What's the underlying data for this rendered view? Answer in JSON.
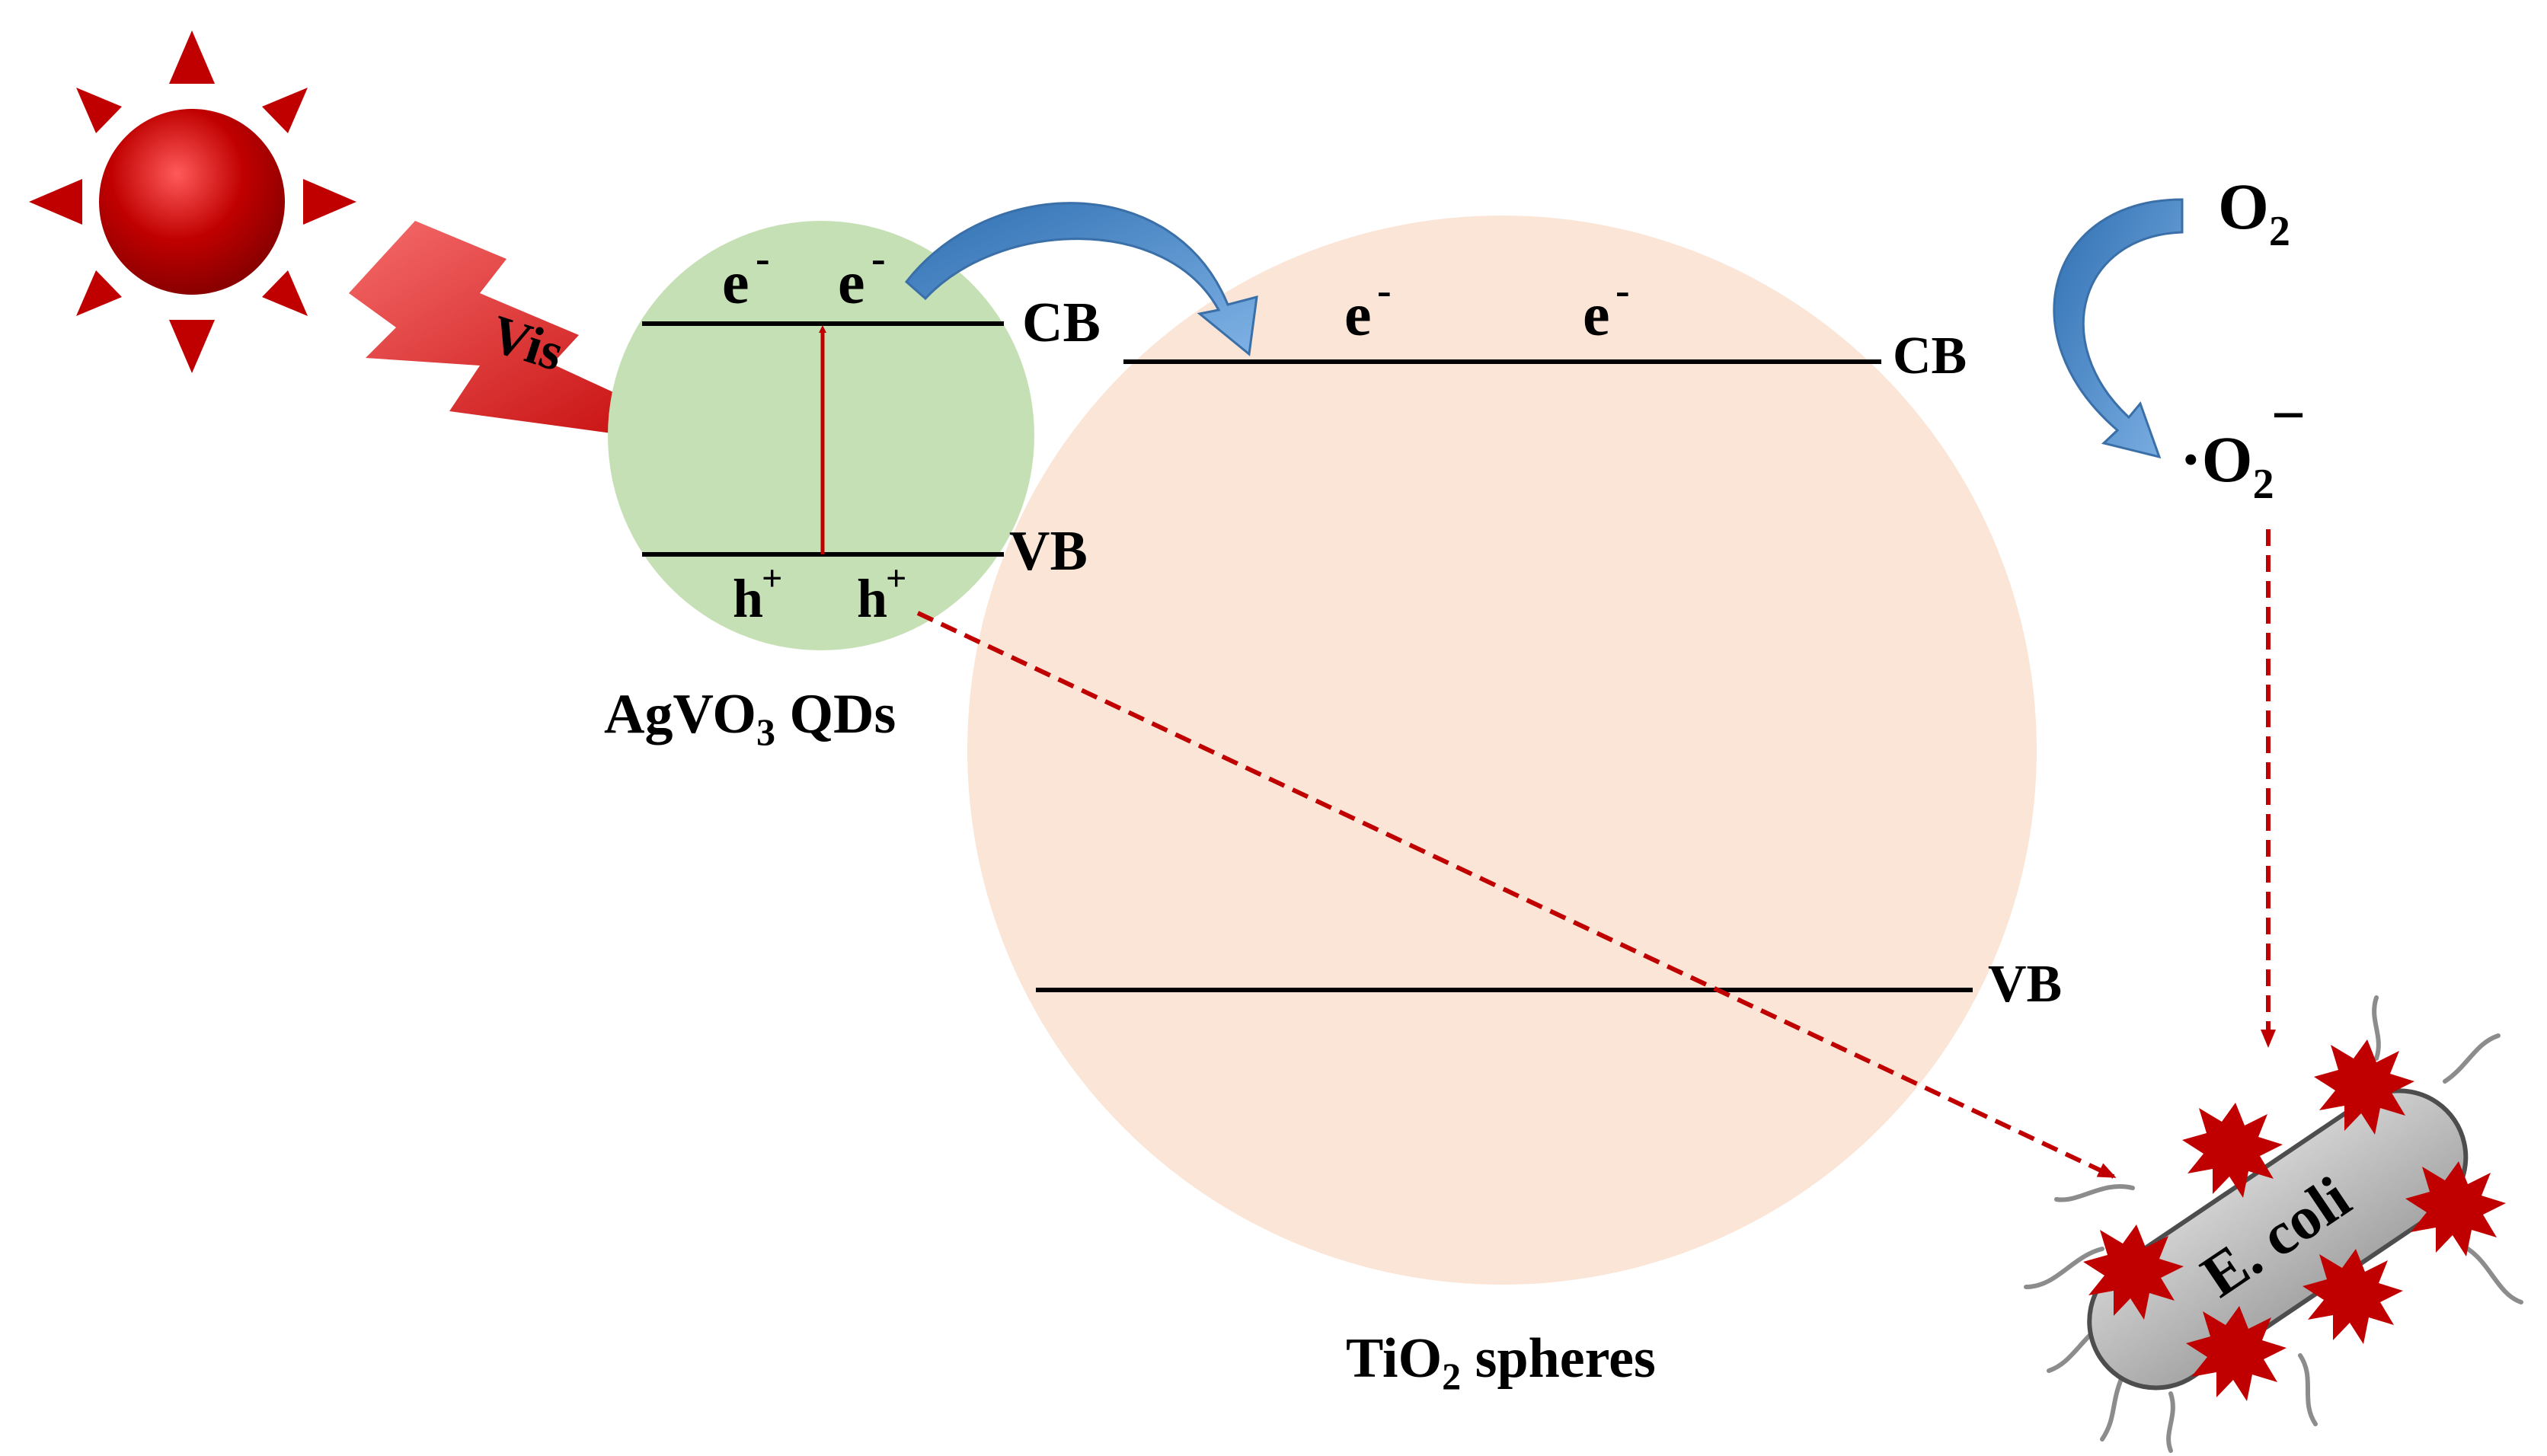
{
  "light": {
    "label": "Vis"
  },
  "agvo3": {
    "cb_label": "CB",
    "vb_label": "VB",
    "electron": "e",
    "electron_charge": "-",
    "hole": "h",
    "hole_charge": "+",
    "name_prefix": "AgVO",
    "name_sub": "3",
    "name_suffix": " QDs"
  },
  "tio2": {
    "cb_label": "CB",
    "vb_label": "VB",
    "electron": "e",
    "electron_charge": "-",
    "name_prefix": "TiO",
    "name_sub": "2",
    "name_suffix": " spheres"
  },
  "oxygen": {
    "o2_prefix": "O",
    "o2_sub": "2",
    "radical_prefix": "·O",
    "radical_sub": "2",
    "radical_charge": "−"
  },
  "bacteria": {
    "label": "E. coli"
  },
  "colors": {
    "sun_red": "#b30000",
    "lightning_red": "#e0262b",
    "agvo3_fill": "#c5e0b4",
    "tio2_fill": "#fbe5d6",
    "arrow_blue": "#4a86c6",
    "dashed_red": "#c00000",
    "bacteria_gray": "#bfbfbf"
  }
}
